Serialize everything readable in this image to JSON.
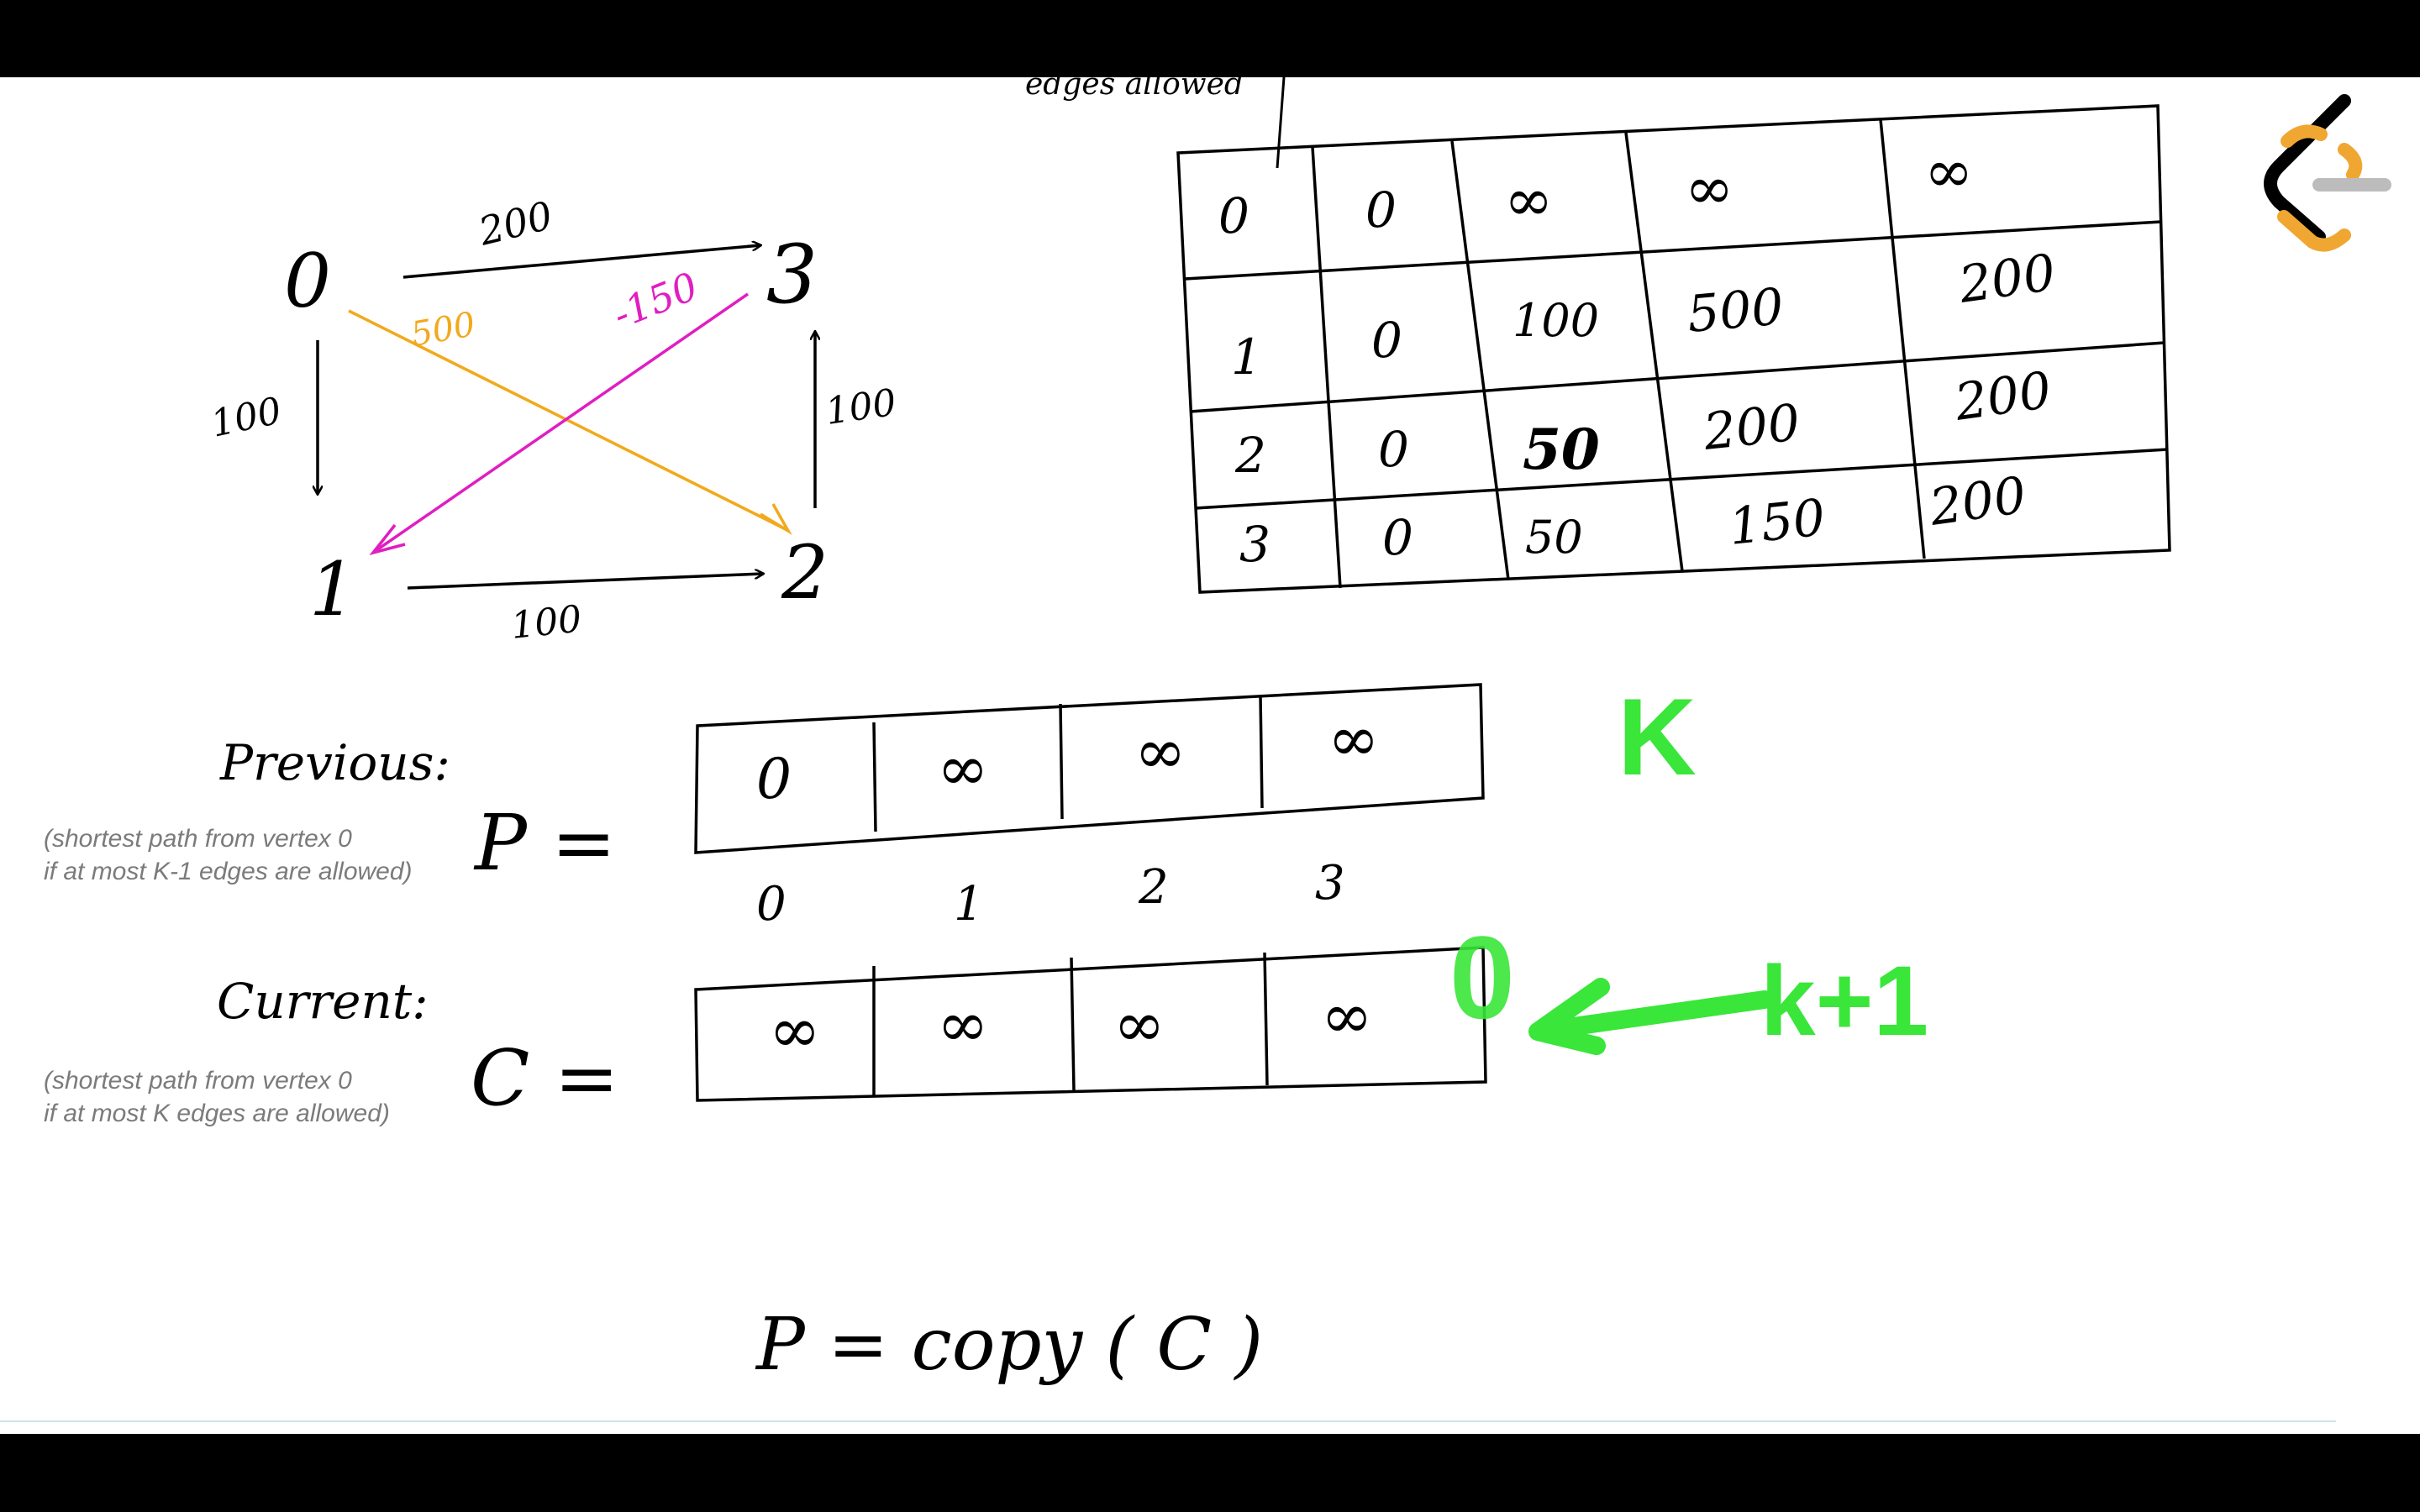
{
  "header": {
    "edges_allowed_label": "edges allowed"
  },
  "graph": {
    "nodes": [
      {
        "id": "0",
        "label": "0"
      },
      {
        "id": "1",
        "label": "1"
      },
      {
        "id": "2",
        "label": "2"
      },
      {
        "id": "3",
        "label": "3"
      }
    ],
    "edges": [
      {
        "from": "0",
        "to": "3",
        "weight": "200",
        "color": "#000000"
      },
      {
        "from": "0",
        "to": "1",
        "weight": "100",
        "color": "#000000"
      },
      {
        "from": "1",
        "to": "2",
        "weight": "100",
        "color": "#000000"
      },
      {
        "from": "2",
        "to": "3",
        "weight": "100",
        "color": "#000000"
      },
      {
        "from": "0",
        "to": "2",
        "weight": "500",
        "color": "#f2a91c"
      },
      {
        "from": "3",
        "to": "1",
        "weight": "-150",
        "color": "#e01ec1"
      }
    ]
  },
  "dp_table": {
    "rows": [
      [
        "0",
        "0",
        "∞",
        "∞",
        "∞"
      ],
      [
        "1",
        "0",
        "100",
        "500",
        "200"
      ],
      [
        "2",
        "0",
        "50",
        "200",
        "200"
      ],
      [
        "3",
        "0",
        "50",
        "150",
        "200"
      ]
    ]
  },
  "previous": {
    "title": "Previous:",
    "note_line1": "(shortest path from vertex 0",
    "note_line2": "if at most K-1 edges are allowed)",
    "array_name": "P =",
    "cells": [
      "0",
      "∞",
      "∞",
      "∞"
    ],
    "indices": [
      "0",
      "1",
      "2",
      "3"
    ]
  },
  "current": {
    "title": "Current:",
    "note_line1": "(shortest path from vertex 0",
    "note_line2": "if at most K edges are allowed)",
    "array_name": "C =",
    "cells": [
      "∞",
      "∞",
      "∞",
      "∞"
    ]
  },
  "annotations": {
    "k_label": "K",
    "k_plus_one_label": "k+1",
    "zero_marker": "0",
    "highlight_color": "#39e639"
  },
  "code": {
    "statement": "P = copy ( C )"
  },
  "logo": {
    "name": "leetcode-logo-icon",
    "orange": "#f0a732",
    "black": "#000000",
    "grey": "#bcbcbc"
  }
}
